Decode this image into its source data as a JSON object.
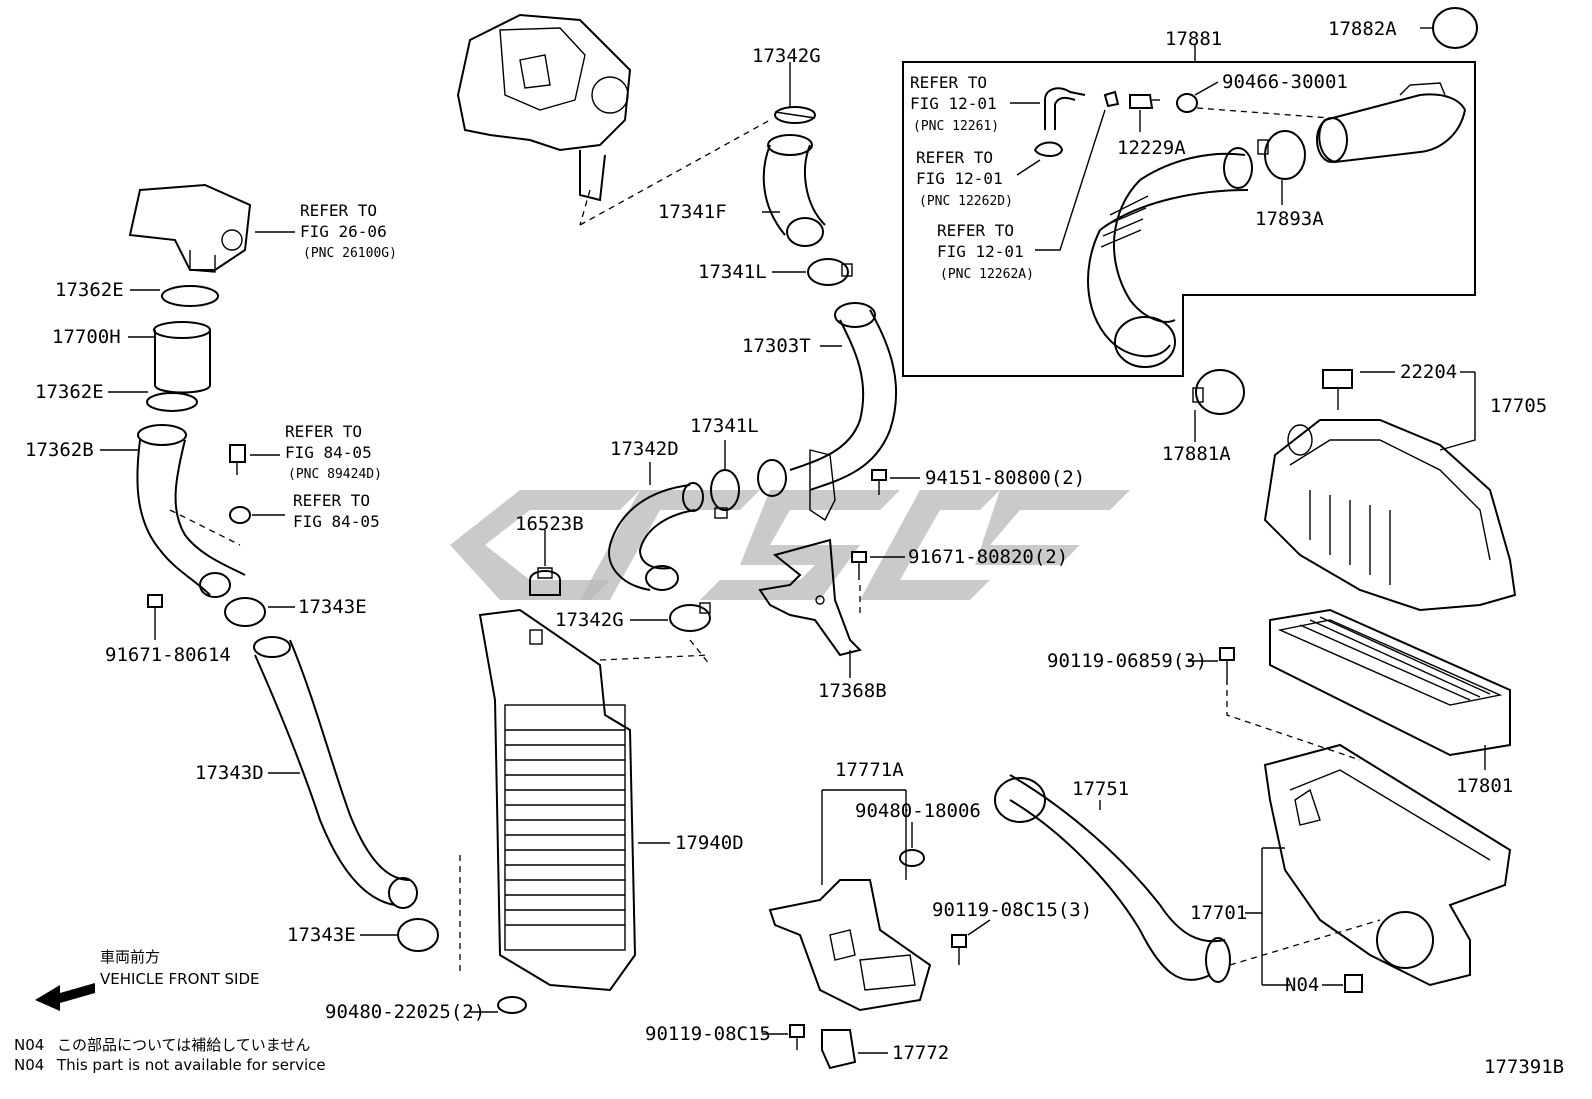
{
  "diagram_id": "177391B",
  "labels": {
    "p17881": "17881",
    "p17882A": "17882A",
    "p17342G_top": "17342G",
    "p17341F": "17341F",
    "p17341L_top": "17341L",
    "p17303T": "17303T",
    "p17341L_mid": "17341L",
    "p17342D": "17342D",
    "p16523B": "16523B",
    "p17342G_mid": "17342G",
    "p17362E_top": "17362E",
    "p17700H": "17700H",
    "p17362E_bot": "17362E",
    "p17362B": "17362B",
    "p17343E_top": "17343E",
    "p91671_80614": "91671-80614",
    "p17343D": "17343D",
    "p17343E_bot": "17343E",
    "p90480_22025": "90480-22025(2)",
    "p17940D": "17940D",
    "p94151_80800": "94151-80800(2)",
    "p91671_80820": "91671-80820(2)",
    "p17368B": "17368B",
    "p17771A": "17771A",
    "p90480_18006": "90480-18006",
    "p90119_08C15_3": "90119-08C15(3)",
    "p90119_08C15": "90119-08C15",
    "p17772": "17772",
    "p17751": "17751",
    "p17701": "17701",
    "pN04": "N04",
    "p17801": "17801",
    "p90119_06859": "90119-06859(3)",
    "p17705": "17705",
    "p22204": "22204",
    "p17881A": "17881A",
    "p90466_30001": "90466-30001",
    "p12229A": "12229A",
    "p17893A": "17893A"
  },
  "refs": {
    "fig_26_06": {
      "line1": "REFER TO",
      "line2": "FIG 26-06",
      "pnc": "(PNC 26100G)"
    },
    "fig_84_05_a": {
      "line1": "REFER TO",
      "line2": "FIG 84-05",
      "pnc": "(PNC 89424D)"
    },
    "fig_84_05_b": {
      "line1": "REFER TO",
      "line2": "FIG 84-05"
    },
    "fig_12_01_a": {
      "line1": "REFER TO",
      "line2": "FIG 12-01",
      "pnc": "(PNC 12261)"
    },
    "fig_12_01_b": {
      "line1": "REFER TO",
      "line2": "FIG 12-01",
      "pnc": "(PNC 12262D)"
    },
    "fig_12_01_c": {
      "line1": "REFER TO",
      "line2": "FIG 12-01",
      "pnc": "(PNC 12262A)"
    }
  },
  "direction": {
    "jp": "車両前方",
    "en": "VEHICLE FRONT SIDE"
  },
  "notes": {
    "code1": "N04",
    "text1": "この部品については補給していません",
    "code2": "N04",
    "text2": "This part is not available for service"
  }
}
